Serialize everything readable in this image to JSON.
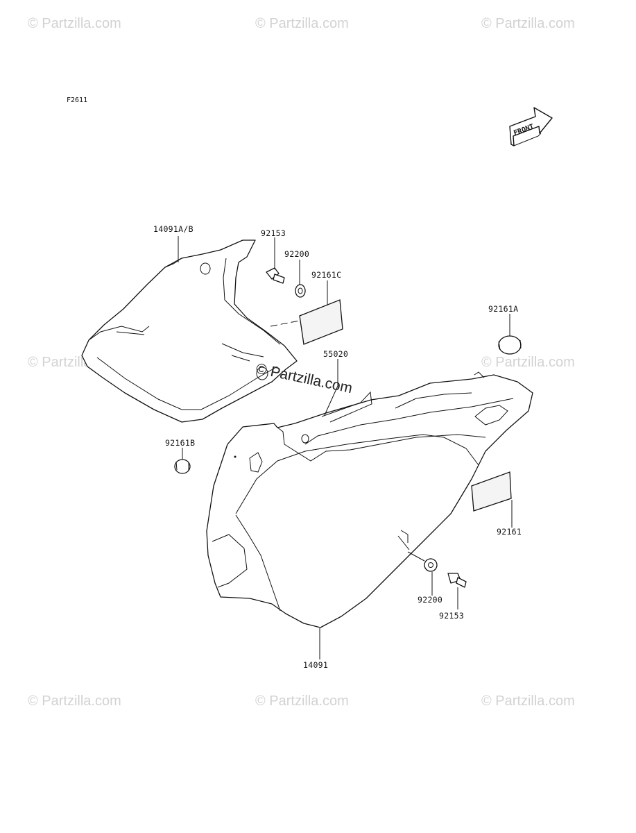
{
  "diagram_code": "F2611",
  "front_label": "FRONT",
  "watermarks": {
    "corner_text": "© Partzilla.com",
    "center_text": "© Partzilla.com"
  },
  "callouts": [
    {
      "id": "c14091ab",
      "text": "14091A/B"
    },
    {
      "id": "c92153a",
      "text": "92153"
    },
    {
      "id": "c92200a",
      "text": "92200"
    },
    {
      "id": "c92161c",
      "text": "92161C"
    },
    {
      "id": "c92161a",
      "text": "92161A"
    },
    {
      "id": "c55020",
      "text": "55020"
    },
    {
      "id": "c92161b",
      "text": "92161B"
    },
    {
      "id": "c92161",
      "text": "92161"
    },
    {
      "id": "c92200b",
      "text": "92200"
    },
    {
      "id": "c92153b",
      "text": "92153"
    },
    {
      "id": "c14091",
      "text": "14091"
    }
  ]
}
